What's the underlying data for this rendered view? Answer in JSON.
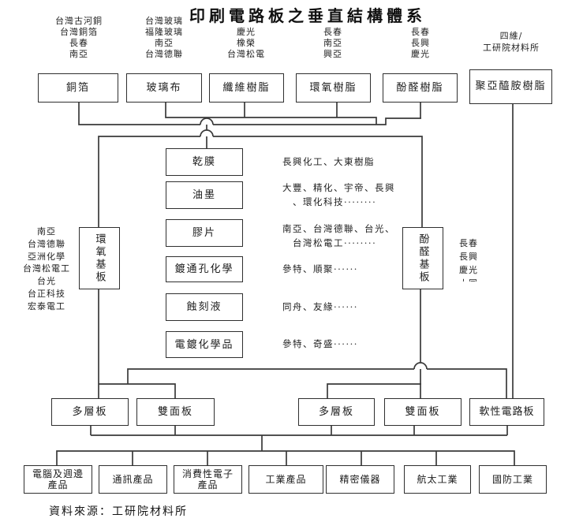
{
  "title": "印刷電路板之垂直結構體系",
  "source_note": "資料來源：工研院材料所",
  "materials": [
    {
      "suppliers": "台灣古河銅\n台灣銅箔\n長春\n南亞",
      "label": "銅箔"
    },
    {
      "suppliers": "台灣玻璃\n福隆玻璃\n南亞\n台灣德聯",
      "label": "玻璃布"
    },
    {
      "suppliers": "慶光\n橡榮\n台灣松電",
      "label": "纖維樹脂"
    },
    {
      "suppliers": "長春\n南亞\n興亞",
      "label": "環氧樹脂"
    },
    {
      "suppliers": "長春\n長興\n慶光",
      "label": "酚醛樹脂"
    },
    {
      "suppliers": "四維/\n工研院材料所",
      "label": "聚亞醯胺樹脂"
    }
  ],
  "substrate_left": {
    "label": "環氧基板",
    "suppliers": "南亞\n台灣德聯\n亞洲化學\n台灣松電工\n台光\n台正科技\n宏泰電工"
  },
  "substrate_right": {
    "label": "酚醛基板",
    "suppliers": "長春\n長興\n慶光\n大同"
  },
  "process": [
    {
      "label": "乾膜",
      "note": "長興化工、大東樹脂"
    },
    {
      "label": "油墨",
      "note": "大豐、精化、宇帝、長興\n　、環化科技········"
    },
    {
      "label": "膠片",
      "note": "南亞、台灣德聯、台光、\n　台灣松電工········"
    },
    {
      "label": "鍍通孔化學",
      "note": "參特、順聚······"
    },
    {
      "label": "蝕刻液",
      "note": "同舟、友緣······"
    },
    {
      "label": "電鍍化學品",
      "note": "參特、奇盛······"
    }
  ],
  "boards": [
    {
      "label": "多層板"
    },
    {
      "label": "雙面板"
    },
    {
      "label": "多層板"
    },
    {
      "label": "雙面板"
    },
    {
      "label": "軟性電路板"
    }
  ],
  "applications": [
    {
      "label": "電腦及週邊產品"
    },
    {
      "label": "通訊產品"
    },
    {
      "label": "消費性電子產品"
    },
    {
      "label": "工業產品"
    },
    {
      "label": "精密儀器"
    },
    {
      "label": "航太工業"
    },
    {
      "label": "國防工業"
    }
  ]
}
